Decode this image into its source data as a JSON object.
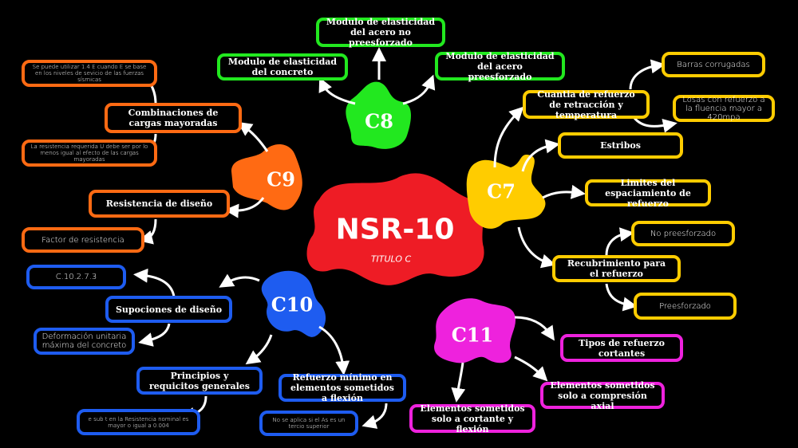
{
  "center": {
    "title": "NSR-10",
    "subtitle": "TITULO C",
    "color": "#ee1c25"
  },
  "colors": {
    "c7": "#ffcc00",
    "c8": "#22e81f",
    "c9": "#ff6a13",
    "c10": "#1e5cf0",
    "c11": "#ee22dd"
  },
  "c8": {
    "label": "C8",
    "nodes": [
      "Modulo de elasticidad del acero no preesforzado",
      "Modulo de elasticidad del concreto",
      "Modulo de elasticidad del acero preesforzado"
    ]
  },
  "c9": {
    "label": "C9",
    "combinaciones": "Combinaciones de cargas mayoradas",
    "combinaciones_leaf1": "Se puede utilizar 1.4 E cuando E se base en los niveles de sevicio de las fuerzas sísmicas",
    "combinaciones_leaf2": "La resistencia requerida U debe ser por lo menos igual al efecto de las cargas mayoradas",
    "resistencia": "Resistencia de diseño",
    "resistencia_leaf": "Factor de resistencia"
  },
  "c7": {
    "label": "C7",
    "cuantia": "Cuantia de refuerzo de retracción y temperatura",
    "cuantia_leaf1": "Barras corrugadas",
    "cuantia_leaf2": "Losas con refuerzo a la fluencia mayor a 420mpa",
    "estribos": "Estribos",
    "limites": "Limites del espaciamiento de refuerzo",
    "recubrimiento": "Recubrimiento para el refuerzo",
    "recubrimiento_leaf1": "No preesforzado",
    "recubrimiento_leaf2": "Preesforzado"
  },
  "c10": {
    "label": "C10",
    "supociones": "Supociones de diseño",
    "supociones_leaf1": "C.10.2.7.3",
    "supociones_leaf2": "Deformación unitaria máxima del concreto",
    "principios": "Principios y requicitos generales",
    "principios_leaf": "e sub t en la Resistencia nominal es mayor o igual a 0.004",
    "refuerzo": "Refuerzo mínimo en elementos sometidos a flexión",
    "refuerzo_leaf": "No se aplica si el As es un tercio superior"
  },
  "c11": {
    "label": "C11",
    "tipos": "Tipos de refuerzo cortantes",
    "compresion": "Elementos sometidos solo a compresión axial",
    "cortante": "Elementos sometidos solo a cortante y flexión"
  }
}
